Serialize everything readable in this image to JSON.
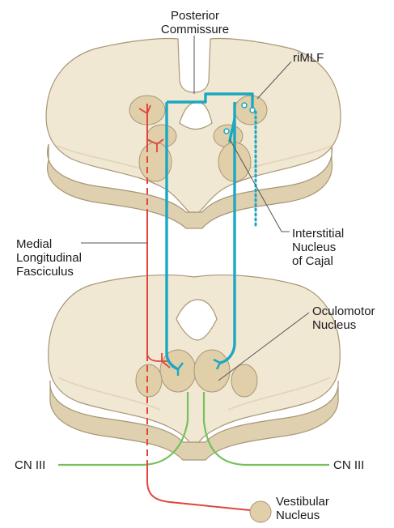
{
  "labels": {
    "posterior_commissure": [
      "Posterior",
      "Commissure"
    ],
    "rimlf": "riMLF",
    "interstitial_nucleus": [
      "Interstitial",
      "Nucleus",
      "of Cajal"
    ],
    "mlf": [
      "Medial",
      "Longitudinal",
      "Fasciculus"
    ],
    "oculomotor_nucleus": [
      "Oculomotor",
      "Nucleus"
    ],
    "cn3_left": "CN III",
    "cn3_right": "CN III",
    "vestibular_nucleus": [
      "Vestibular",
      "Nucleus"
    ]
  },
  "colors": {
    "brainstem": "#f1e8d4",
    "brainstem_side": "#dfd0b0",
    "outline": "#a89676",
    "nucleus": "#e0cfa9",
    "blue_pathway": "#1aa8c2",
    "red_pathway": "#e0463a",
    "green_nerve": "#74c05a",
    "leader_line": "#555555"
  }
}
